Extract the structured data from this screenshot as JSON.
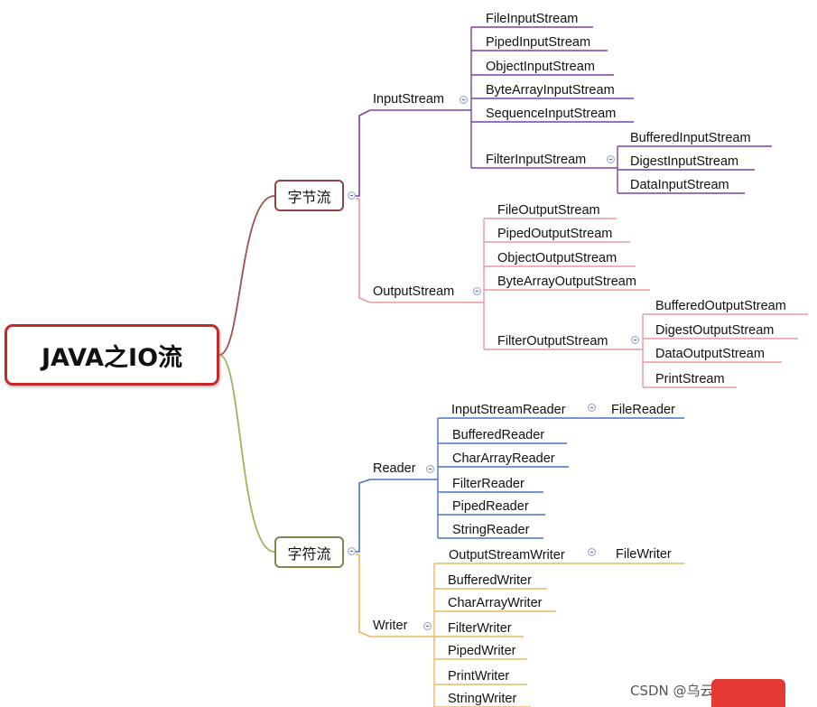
{
  "root": "JAVA之IO流",
  "byte_stream": {
    "label": "字节流",
    "input": {
      "label": "InputStream",
      "children": [
        "FileInputStream",
        "PipedInputStream",
        "ObjectInputStream",
        "ByteArrayInputStream",
        "SequenceInputStream"
      ],
      "filter": {
        "label": "FilterInputStream",
        "children": [
          "BufferedInputStream",
          "DigestInputStream",
          "DataInputStream"
        ]
      }
    },
    "output": {
      "label": "OutputStream",
      "children": [
        "FileOutputStream",
        "PipedOutputStream",
        "ObjectOutputStream",
        "ByteArrayOutputStream"
      ],
      "filter": {
        "label": "FilterOutputStream",
        "children": [
          "BufferedOutputStream",
          "DigestOutputStream",
          "DataOutputStream",
          "PrintStream"
        ]
      }
    }
  },
  "char_stream": {
    "label": "字符流",
    "reader": {
      "label": "Reader",
      "isr": {
        "label": "InputStreamReader",
        "child": "FileReader"
      },
      "children": [
        "BufferedReader",
        "CharArrayReader",
        "FilterReader",
        "PipedReader",
        "StringReader"
      ]
    },
    "writer": {
      "label": "Writer",
      "osw": {
        "label": "OutputStreamWriter",
        "child": "FileWriter"
      },
      "children": [
        "BufferedWriter",
        "CharArrayWriter",
        "FilterWriter",
        "PipedWriter",
        "PrintWriter",
        "StringWriter"
      ]
    }
  },
  "watermark": "CSDN @乌云不要说话",
  "colors": {
    "root_border": "#c62828",
    "byte_branch": "#a0524e",
    "char_branch": "#9bb35c",
    "input_stream": "#7b3fa8",
    "output_stream": "#e79aa0",
    "reader": "#4a73c0",
    "writer": "#e8b862"
  }
}
